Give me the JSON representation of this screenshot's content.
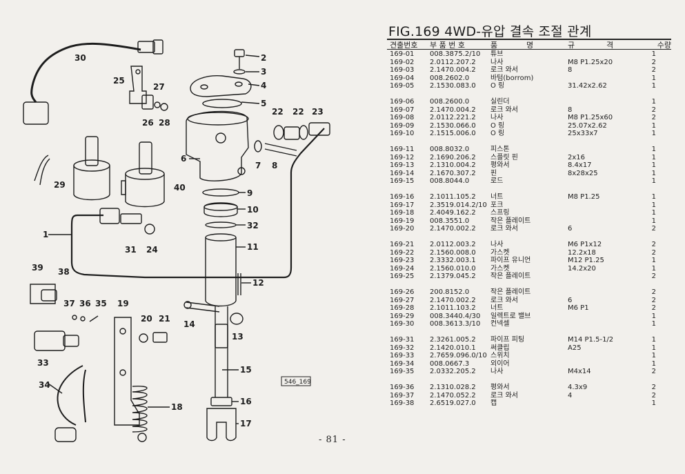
{
  "header": {
    "title": "FIG.169 4WD-유압 결속 조절 관계",
    "col_ref": "견출번호",
    "col_part": "부 품 번 호",
    "col_name_1": "품",
    "col_name_2": "명",
    "col_spec_1": "규",
    "col_spec_2": "격",
    "col_qty": "수량"
  },
  "parts_groups": [
    [
      {
        "no": "169-01",
        "part": "008.3875.2/10",
        "name": "튜브",
        "spec": "",
        "qty": "1"
      },
      {
        "no": "169-02",
        "part": "2.0112.207.2",
        "name": "나사",
        "spec": "M8 P1.25x20",
        "qty": "2"
      },
      {
        "no": "169-03",
        "part": "2.1470.004.2",
        "name": "로크 와서",
        "spec": "8",
        "qty": "2"
      },
      {
        "no": "169-04",
        "part": "008.2602.0",
        "name": "바텀(borrom)",
        "spec": "",
        "qty": "1"
      },
      {
        "no": "169-05",
        "part": "2.1530.083.0",
        "name": "O 링",
        "spec": "31.42x2.62",
        "qty": "1"
      }
    ],
    [
      {
        "no": "169-06",
        "part": "008.2600.0",
        "name": "실린더",
        "spec": "",
        "qty": "1"
      },
      {
        "no": "169-07",
        "part": "2.1470.004.2",
        "name": "로크 와서",
        "spec": "8",
        "qty": "2"
      },
      {
        "no": "169-08",
        "part": "2.0112.221.2",
        "name": "나사",
        "spec": "M8 P1.25x60",
        "qty": "2"
      },
      {
        "no": "169-09",
        "part": "2.1530.066.0",
        "name": "O 링",
        "spec": "25.07x2.62",
        "qty": "1"
      },
      {
        "no": "169-10",
        "part": "2.1515.006.0",
        "name": "O 링",
        "spec": "25x33x7",
        "qty": "1"
      }
    ],
    [
      {
        "no": "169-11",
        "part": "008.8032.0",
        "name": "피스톤",
        "spec": "",
        "qty": "1"
      },
      {
        "no": "169-12",
        "part": "2.1690.206.2",
        "name": "스플릿 핀",
        "spec": "2x16",
        "qty": "1"
      },
      {
        "no": "169-13",
        "part": "2.1310.004.2",
        "name": "평와서",
        "spec": "8.4x17",
        "qty": "1"
      },
      {
        "no": "169-14",
        "part": "2.1670.307.2",
        "name": "핀",
        "spec": "8x28x25",
        "qty": "1"
      },
      {
        "no": "169-15",
        "part": "008.8044.0",
        "name": "로드",
        "spec": "",
        "qty": "1"
      }
    ],
    [
      {
        "no": "169-16",
        "part": "2.1011.105.2",
        "name": "너트",
        "spec": "M8 P1.25",
        "qty": "1"
      },
      {
        "no": "169-17",
        "part": "2.3519.014.2/10",
        "name": "포크",
        "spec": "",
        "qty": "1"
      },
      {
        "no": "169-18",
        "part": "2.4049.162.2",
        "name": "스프링",
        "spec": "",
        "qty": "1"
      },
      {
        "no": "169-19",
        "part": "008.3551.0",
        "name": "작은 플레이트",
        "spec": "",
        "qty": "1"
      },
      {
        "no": "169-20",
        "part": "2.1470.002.2",
        "name": "로크 와서",
        "spec": "6",
        "qty": "2"
      }
    ],
    [
      {
        "no": "169-21",
        "part": "2.0112.003.2",
        "name": "나사",
        "spec": "M6 P1x12",
        "qty": "2"
      },
      {
        "no": "169-22",
        "part": "2.1560.008.0",
        "name": "가스켓",
        "spec": "12.2x18",
        "qty": "2"
      },
      {
        "no": "169-23",
        "part": "2.3332.003.1",
        "name": "파이프 유니언",
        "spec": "M12 P1.25",
        "qty": "1"
      },
      {
        "no": "169-24",
        "part": "2.1560.010.0",
        "name": "가스켓",
        "spec": "14.2x20",
        "qty": "1"
      },
      {
        "no": "169-25",
        "part": "2.1379.045.2",
        "name": "작은 플레이트",
        "spec": "",
        "qty": "2"
      }
    ],
    [
      {
        "no": "169-26",
        "part": "200.8152.0",
        "name": "작은 플레이트",
        "spec": "",
        "qty": "2"
      },
      {
        "no": "169-27",
        "part": "2.1470.002.2",
        "name": "로크 와서",
        "spec": "6",
        "qty": "2"
      },
      {
        "no": "169-28",
        "part": "2.1011.103.2",
        "name": "너트",
        "spec": "M6 P1",
        "qty": "2"
      },
      {
        "no": "169-29",
        "part": "008.3440.4/30",
        "name": "일렉트로 밸브",
        "spec": "",
        "qty": "1"
      },
      {
        "no": "169-30",
        "part": "008.3613.3/10",
        "name": "컨넥셀",
        "spec": "",
        "qty": "1"
      }
    ],
    [
      {
        "no": "169-31",
        "part": "2.3261.005.2",
        "name": "파이프 피팅",
        "spec": "M14 P1.5-1/2",
        "qty": "1"
      },
      {
        "no": "169-32",
        "part": "2.1420.010.1",
        "name": "써클립",
        "spec": "A25",
        "qty": "1"
      },
      {
        "no": "169-33",
        "part": "2.7659.096.0/10",
        "name": "스위치",
        "spec": "",
        "qty": "1"
      },
      {
        "no": "169-34",
        "part": "008.0667.3",
        "name": "외이어",
        "spec": "",
        "qty": "1"
      },
      {
        "no": "169-35",
        "part": "2.0332.205.2",
        "name": "나사",
        "spec": "M4x14",
        "qty": "2"
      }
    ],
    [
      {
        "no": "169-36",
        "part": "2.1310.028.2",
        "name": "평와서",
        "spec": "4.3x9",
        "qty": "2"
      },
      {
        "no": "169-37",
        "part": "2.1470.052.2",
        "name": "로크 와서",
        "spec": "4",
        "qty": "2"
      },
      {
        "no": "169-38",
        "part": "2.6519.027.0",
        "name": "캡",
        "spec": "",
        "qty": "1"
      }
    ]
  ],
  "diagram": {
    "callouts": [
      "1",
      "2",
      "3",
      "4",
      "5",
      "6",
      "7",
      "8",
      "9",
      "10",
      "11",
      "12",
      "13",
      "14",
      "15",
      "16",
      "17",
      "18",
      "19",
      "20",
      "21",
      "22",
      "22",
      "23",
      "24",
      "25",
      "26",
      "27",
      "28",
      "29",
      "30",
      "31",
      "32",
      "33",
      "34",
      "35",
      "36",
      "37",
      "38",
      "39",
      "40"
    ],
    "reference_box": "546_169"
  },
  "page_number": "- 81 -"
}
